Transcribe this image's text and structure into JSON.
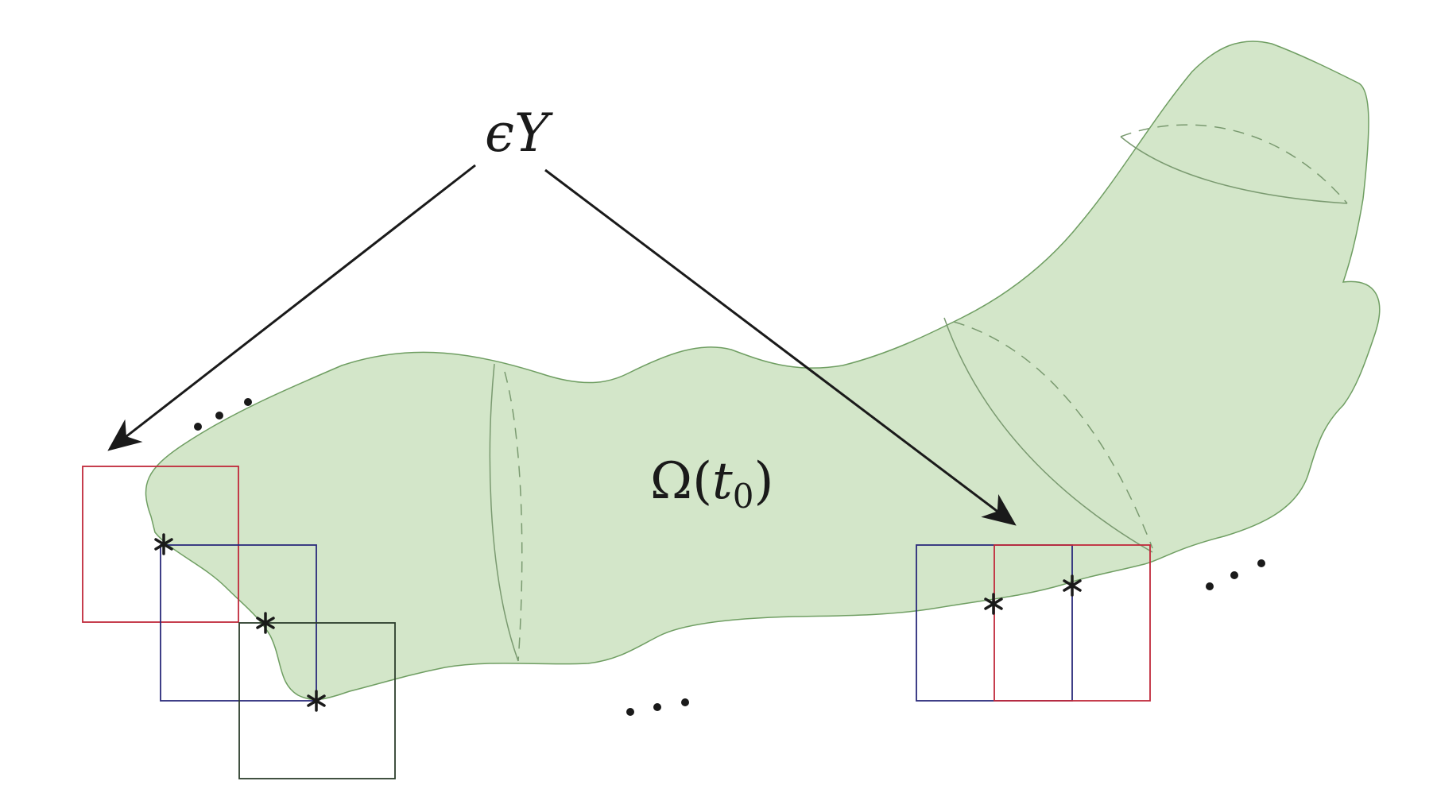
{
  "labels": {
    "cell_label_symbol": "ϵ",
    "cell_label_letter": "Y",
    "domain_label_symbol": "Ω",
    "domain_label_open": "(",
    "domain_label_var": "t",
    "domain_label_sub": "0",
    "domain_label_close": ")"
  },
  "colors": {
    "domain_fill": "#d3e6c9",
    "domain_stroke": "#6f9e62",
    "cut_line": "#7a9a70",
    "red_cell": "#c0283a",
    "blue_cell": "#2a2a7a",
    "dark_cell": "#2c3e2c",
    "arrow": "#1a1a1a",
    "star": "#1a1a1a"
  },
  "icons": {
    "star_marker": "asterisk-icon",
    "arrowhead": "arrowhead-icon",
    "ellipsis": "ellipsis-icon"
  }
}
